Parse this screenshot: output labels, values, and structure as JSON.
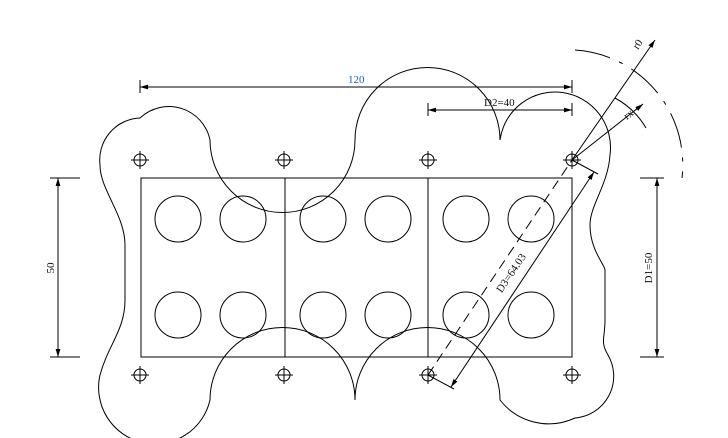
{
  "labels": {
    "overall_width": "120",
    "pitch_d2": "D2=40",
    "height_left": "50",
    "height_d1": "D1=50",
    "diagonal_d3": "D3=64.03",
    "radius_r0": "r0",
    "radius_rx": "rx"
  },
  "colors": {
    "ink": "#000000",
    "accent_label": "#1f5fa8"
  },
  "layout_summary": {
    "modules": 3,
    "holes_per_module": 4,
    "mounting_holes": 8
  }
}
